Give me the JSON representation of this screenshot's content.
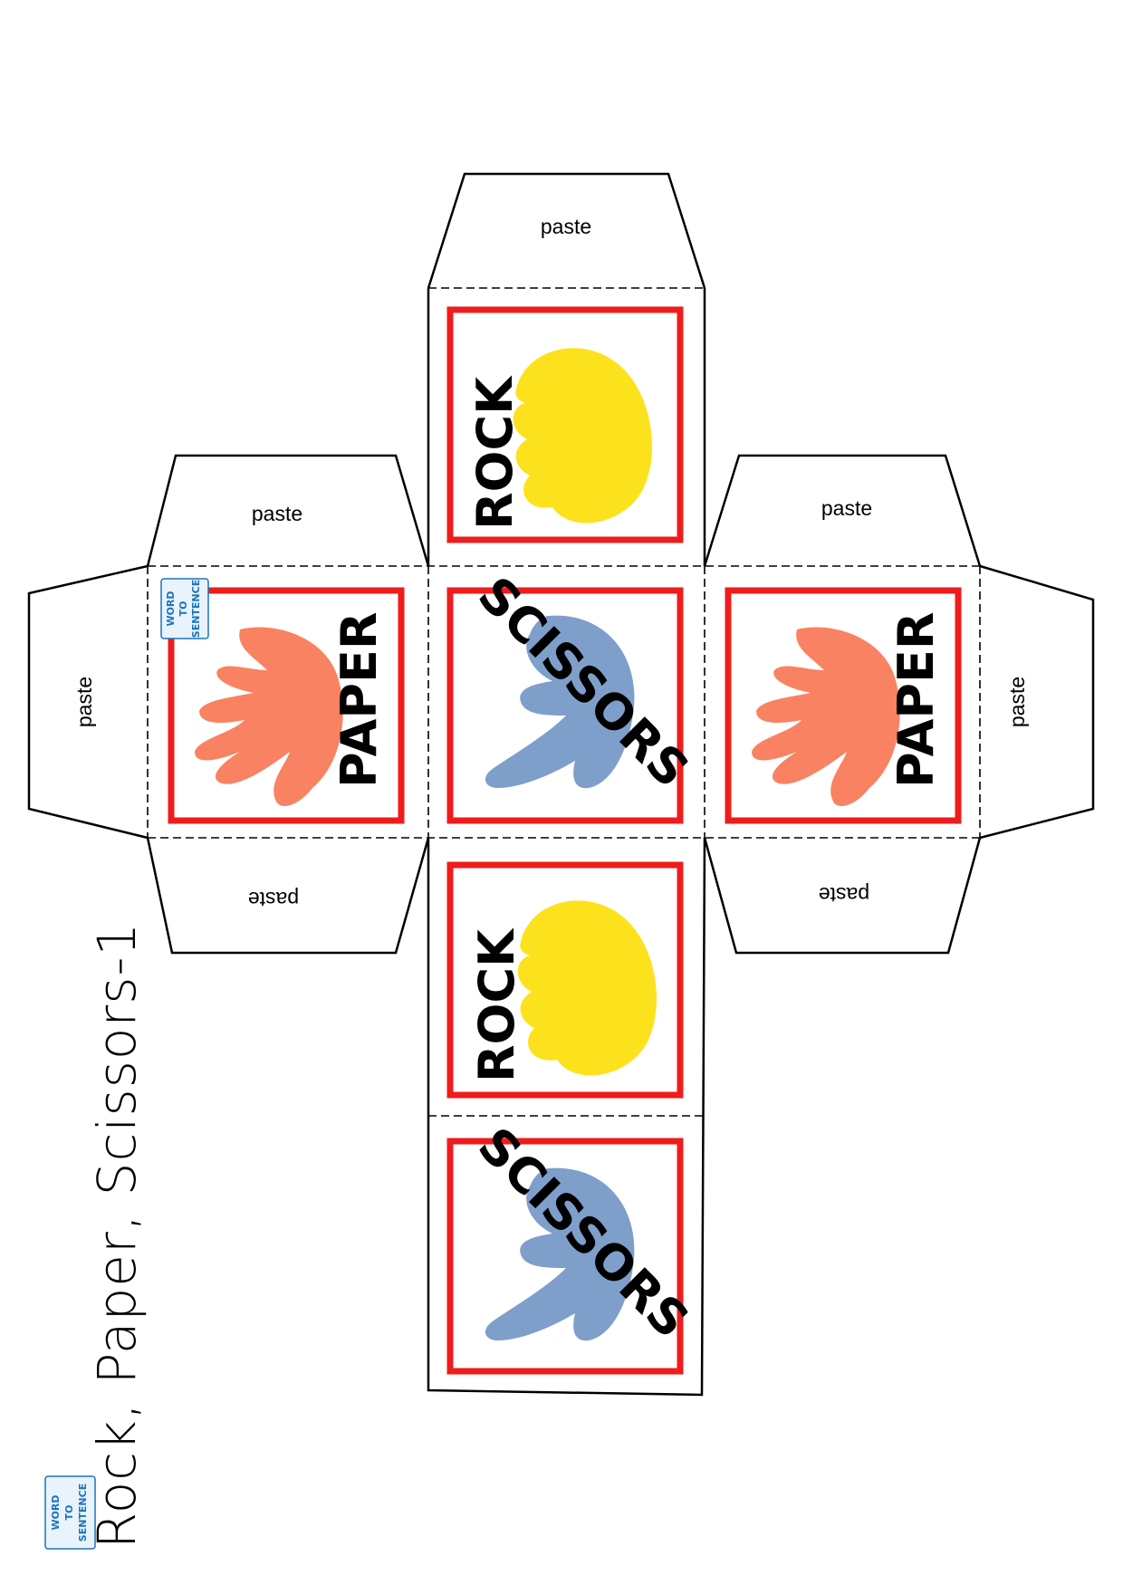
{
  "title": "Rock, Paper, Scissors-1",
  "faces": {
    "top": "ROCK",
    "left": "PAPER",
    "center": "SCISSORS",
    "right": "PAPER",
    "lower": "ROCK",
    "bottom": "SCISSORS"
  },
  "tabs": {
    "top": "paste",
    "left_top": "paste",
    "right_top": "paste",
    "left_side": "paste",
    "right_side": "paste",
    "left_bottom": "paste",
    "right_bottom": "paste"
  },
  "logo": {
    "line1": "WORD",
    "line2": "TO",
    "line3": "SENTENCE"
  },
  "colors": {
    "frame": "#ee1c1c",
    "rock": "#fce21d",
    "paper": "#f98263",
    "scissors": "#7f9fcb",
    "logo": "#1a75bb"
  }
}
